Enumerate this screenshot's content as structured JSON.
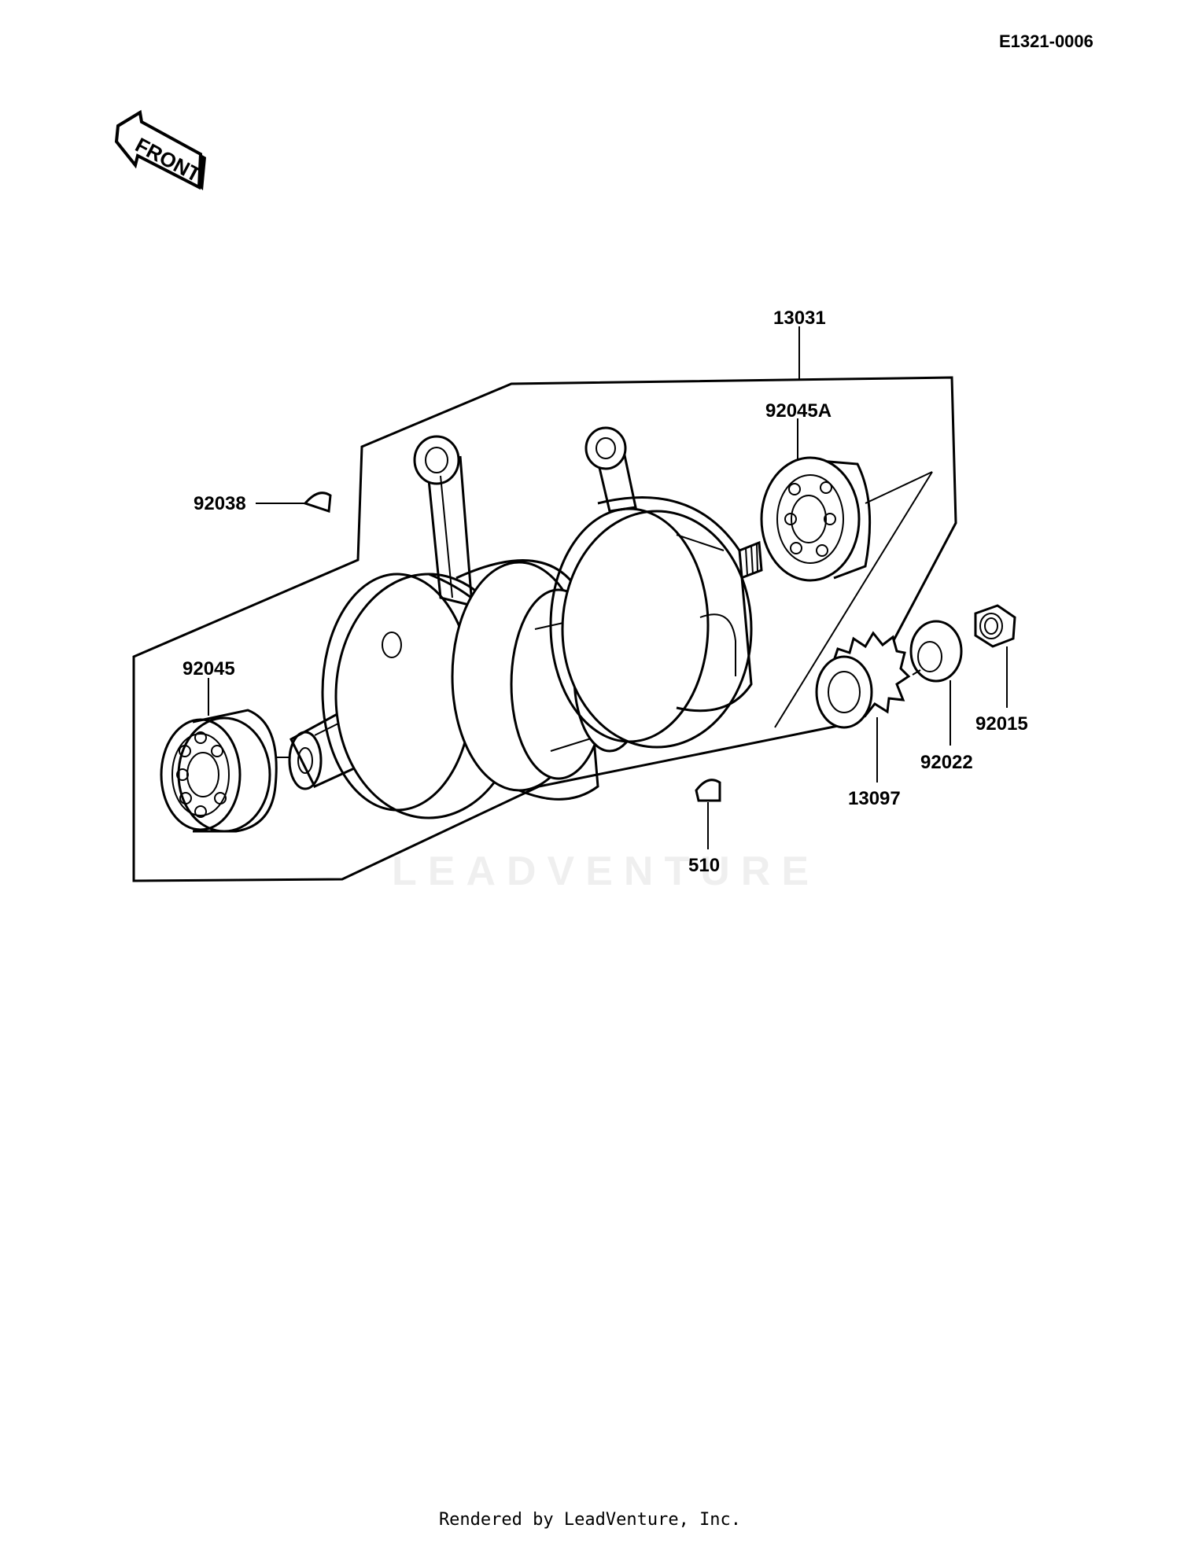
{
  "doc_id": "E1321-0006",
  "front_label": "FRONT",
  "watermark": "LEADVENTURE",
  "footer": "Rendered by LeadVenture, Inc.",
  "parts": {
    "crankshaft_assy": "13031",
    "bearing_right": "92045A",
    "key_upper": "92038",
    "bearing_left": "92045",
    "gear": "13097",
    "washer": "92022",
    "nut": "92015",
    "key_lower": "510"
  }
}
